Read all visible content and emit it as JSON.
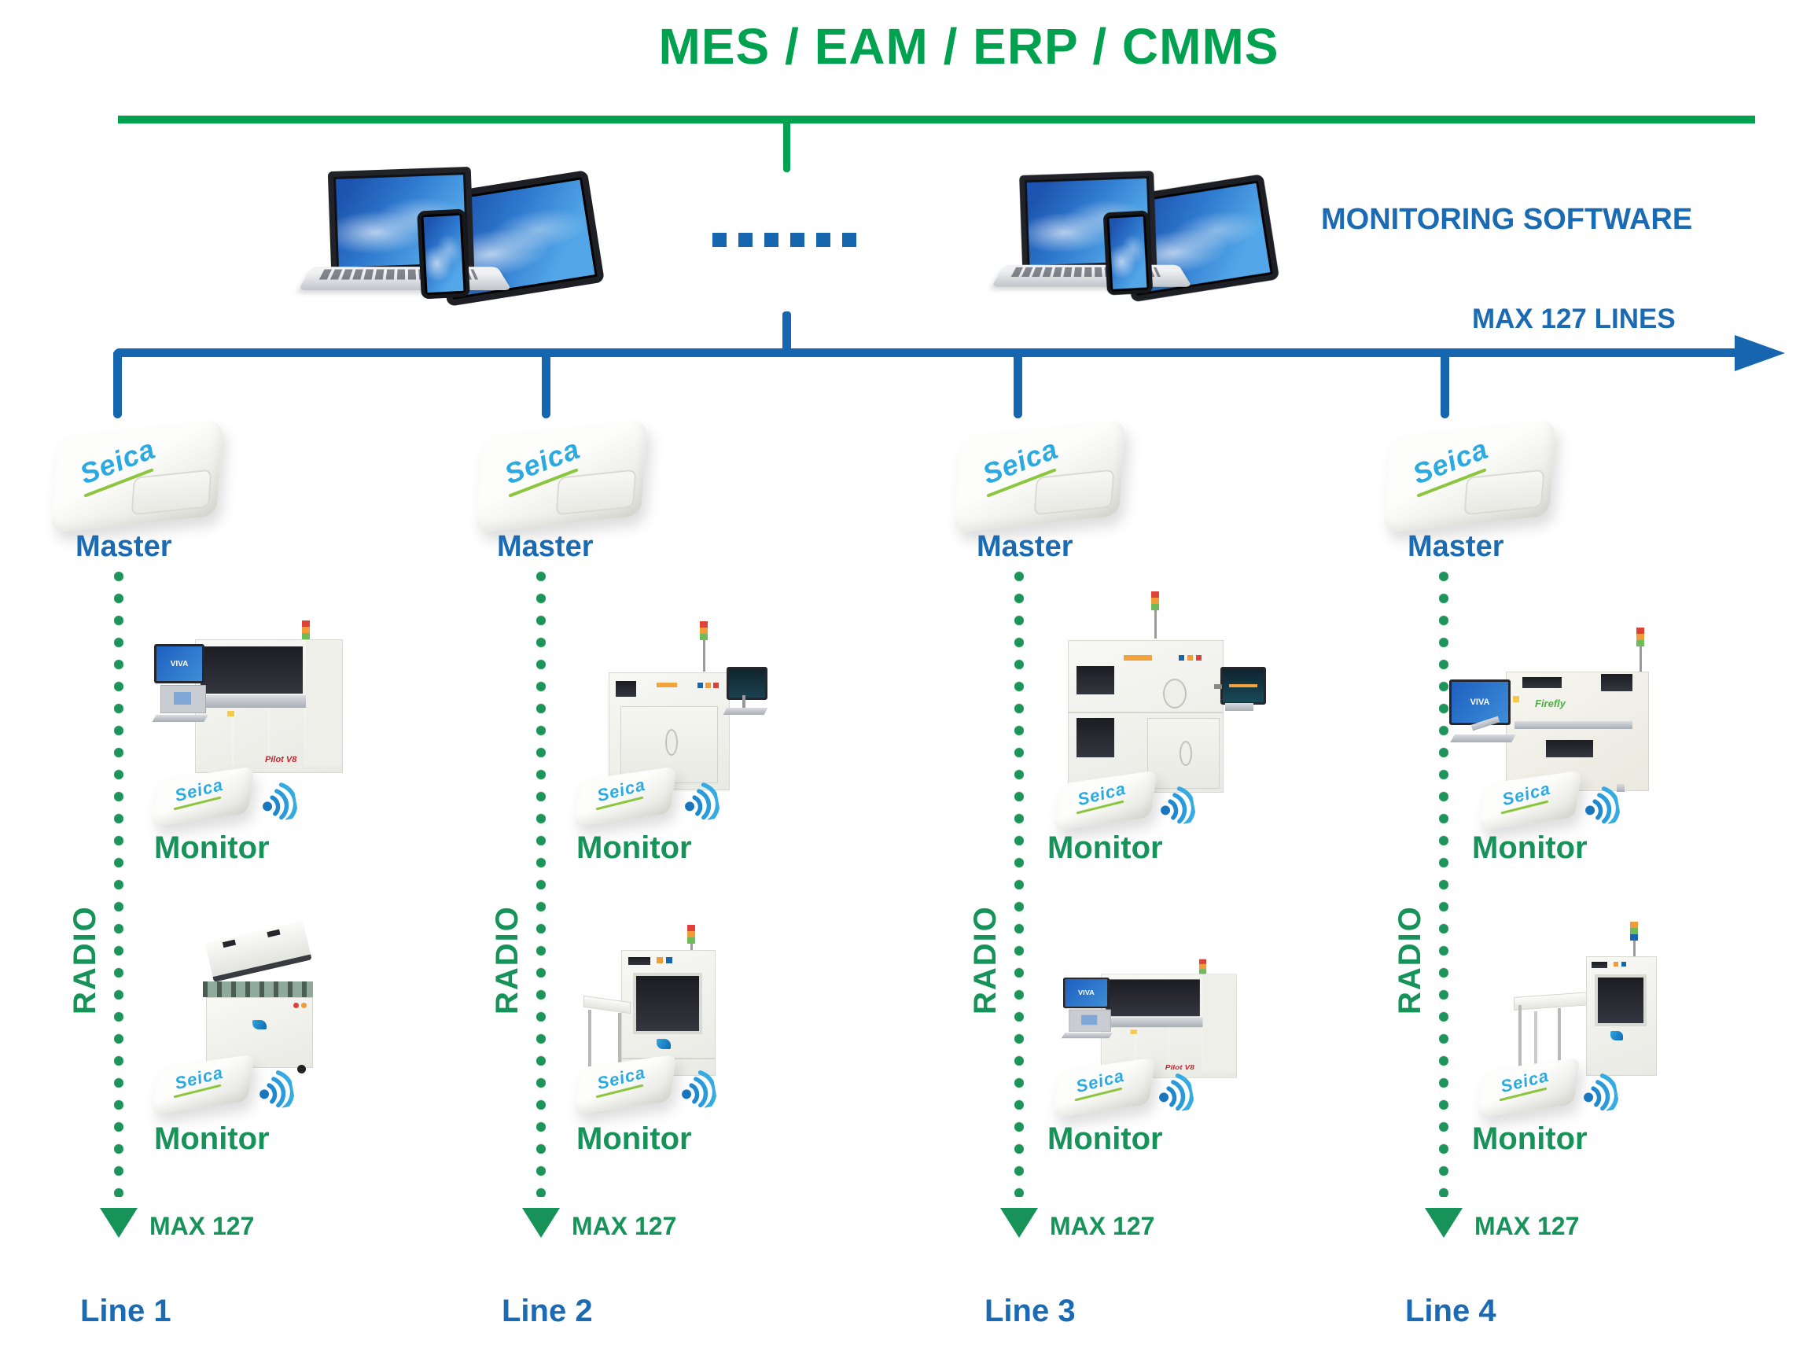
{
  "title": "MES / EAM / ERP / CMMS",
  "header": {
    "monitoring_software": "MONITORING SOFTWARE",
    "max_lines": "MAX 127 LINES"
  },
  "brand": {
    "name": "Seica"
  },
  "machine_badges": {
    "viva": "VIVA",
    "pilot": "Pilot V8",
    "firefly": "Firefly"
  },
  "lines": [
    {
      "label": "Line 1",
      "master_label": "Master",
      "radio_label": "RADIO",
      "monitor_labels": [
        "Monitor",
        "Monitor"
      ],
      "max_nodes_label": "MAX 127"
    },
    {
      "label": "Line 2",
      "master_label": "Master",
      "radio_label": "RADIO",
      "monitor_labels": [
        "Monitor",
        "Monitor"
      ],
      "max_nodes_label": "MAX 127"
    },
    {
      "label": "Line 3",
      "master_label": "Master",
      "radio_label": "RADIO",
      "monitor_labels": [
        "Monitor",
        "Monitor"
      ],
      "max_nodes_label": "MAX 127"
    },
    {
      "label": "Line 4",
      "master_label": "Master",
      "radio_label": "RADIO",
      "monitor_labels": [
        "Monitor",
        "Monitor"
      ],
      "max_nodes_label": "MAX 127"
    }
  ],
  "colors": {
    "green": "#00A14F",
    "green_dark": "#17935A",
    "blue_text": "#1A6BB3",
    "bus_blue": "#1566AE",
    "seica_blue": "#2BA9E1",
    "seica_green": "#8CC63F"
  }
}
